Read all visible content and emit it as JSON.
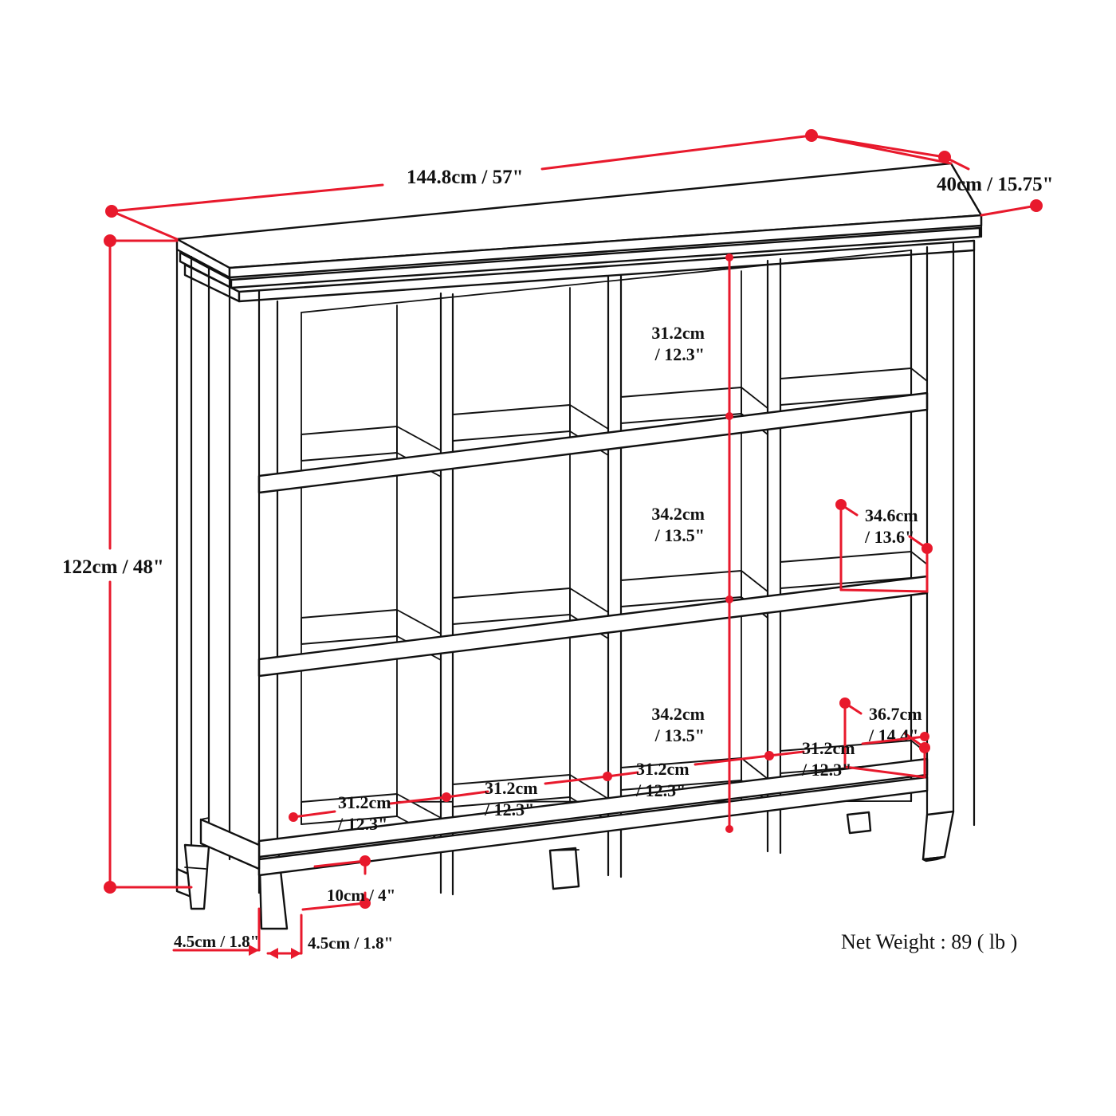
{
  "title": "Cube Storage Bookcase Dimension Diagram",
  "units": {
    "metric": "cm",
    "imperial": "inch"
  },
  "dimensions": {
    "overall_width": "144.8cm / 57\"",
    "overall_depth": "40cm / 15.75\"",
    "overall_height": "122cm / 48\"",
    "cube_height_top": "31.2cm / 12.3\"",
    "cube_height_middle": "34.2cm / 13.5\"",
    "cube_height_bottom": "34.2cm / 13.5\"",
    "shelf_depth_middle": "34.6cm / 13.6\"",
    "shelf_depth_bottom": "36.7cm / 14.4\"",
    "cube_width_1": "31.2cm / 12.3\"",
    "cube_width_2": "31.2cm / 12.3\"",
    "cube_width_3": "31.2cm / 12.3\"",
    "cube_width_4": "31.2cm / 12.3\"",
    "leg_clearance": "10cm / 4\"",
    "leg_thickness_left": "4.5cm / 1.8\"",
    "leg_thickness_right": "4.5cm / 1.8\""
  },
  "dimension_lines": [
    {
      "id": "width",
      "label_line1": "144.8cm / 57\"",
      "label_line2": "",
      "orientation": "diagonal-top"
    },
    {
      "id": "depth",
      "label_line1": "40cm / 15.75\"",
      "label_line2": "",
      "orientation": "diagonal-right"
    },
    {
      "id": "height",
      "label_line1": "122cm / 48\"",
      "label_line2": "",
      "orientation": "vertical-left"
    },
    {
      "id": "row-top",
      "label_line1": "31.2cm",
      "label_line2": "/ 12.3\"",
      "orientation": "vertical-center"
    },
    {
      "id": "row-middle",
      "label_line1": "34.2cm",
      "label_line2": "/ 13.5\"",
      "orientation": "vertical-center"
    },
    {
      "id": "row-bottom",
      "label_line1": "34.2cm",
      "label_line2": "/ 13.5\"",
      "orientation": "vertical-center"
    },
    {
      "id": "depth-middle-shelf",
      "label_line1": "34.6cm",
      "label_line2": "/ 13.6\"",
      "orientation": "diagonal-right"
    },
    {
      "id": "depth-bottom-shelf",
      "label_line1": "36.7cm",
      "label_line2": "/ 14.4\"",
      "orientation": "diagonal-right"
    },
    {
      "id": "cube-w-1",
      "label_line1": "31.2cm",
      "label_line2": "/ 12.3\"",
      "orientation": "diagonal-bottom"
    },
    {
      "id": "cube-w-2",
      "label_line1": "31.2cm",
      "label_line2": "/ 12.3\"",
      "orientation": "diagonal-bottom"
    },
    {
      "id": "cube-w-3",
      "label_line1": "31.2cm",
      "label_line2": "/ 12.3\"",
      "orientation": "diagonal-bottom"
    },
    {
      "id": "cube-w-4",
      "label_line1": "31.2cm",
      "label_line2": "/ 12.3\"",
      "orientation": "diagonal-bottom"
    },
    {
      "id": "leg-clearance",
      "label_line1": "10cm / 4\"",
      "label_line2": "",
      "orientation": "vertical-bottom"
    },
    {
      "id": "leg-left",
      "label_line1": "4.5cm / 1.8\"",
      "label_line2": "",
      "orientation": "horizontal-bottom"
    },
    {
      "id": "leg-right",
      "label_line1": "4.5cm / 1.8\"",
      "label_line2": "",
      "orientation": "horizontal-bottom"
    }
  ],
  "net_weight": {
    "label": "Net Weight : 89 ( lb )",
    "value": "89",
    "unit": "lb"
  },
  "product": {
    "type": "cube-storage-bookcase",
    "columns": 4,
    "rows": 3,
    "total_cubes": 12
  },
  "colors": {
    "dimension_red": "#e8192c",
    "outline_black": "#111111",
    "background": "#ffffff"
  }
}
